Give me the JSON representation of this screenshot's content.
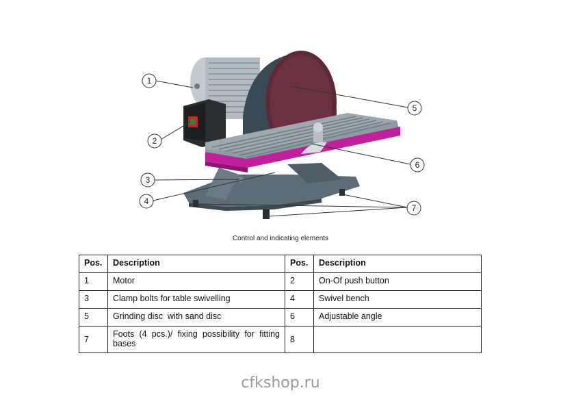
{
  "figure": {
    "callouts": [
      "1",
      "2",
      "3",
      "4",
      "5",
      "6",
      "7"
    ]
  },
  "caption": "Control and indicating elements",
  "table": {
    "headers": [
      "Pos.",
      "Description",
      "Pos.",
      "Description"
    ],
    "rows": [
      {
        "pos1": "1",
        "desc1": "Motor",
        "pos2": "2",
        "desc2": "On-Of push button"
      },
      {
        "pos1": "3",
        "desc1": "Clamp bolts for table swivelling",
        "pos2": "4",
        "desc2": "Swivel bench"
      },
      {
        "pos1": "5",
        "desc1": "Grinding disc  with sand disc",
        "pos2": "6",
        "desc2": "Adjustable angle"
      },
      {
        "pos1": "7",
        "desc1": "Foots (4 pcs.)/ fixing possibility for fitting bases",
        "pos2": "8",
        "desc2": ""
      }
    ]
  },
  "watermark": "cfkshop.ru"
}
